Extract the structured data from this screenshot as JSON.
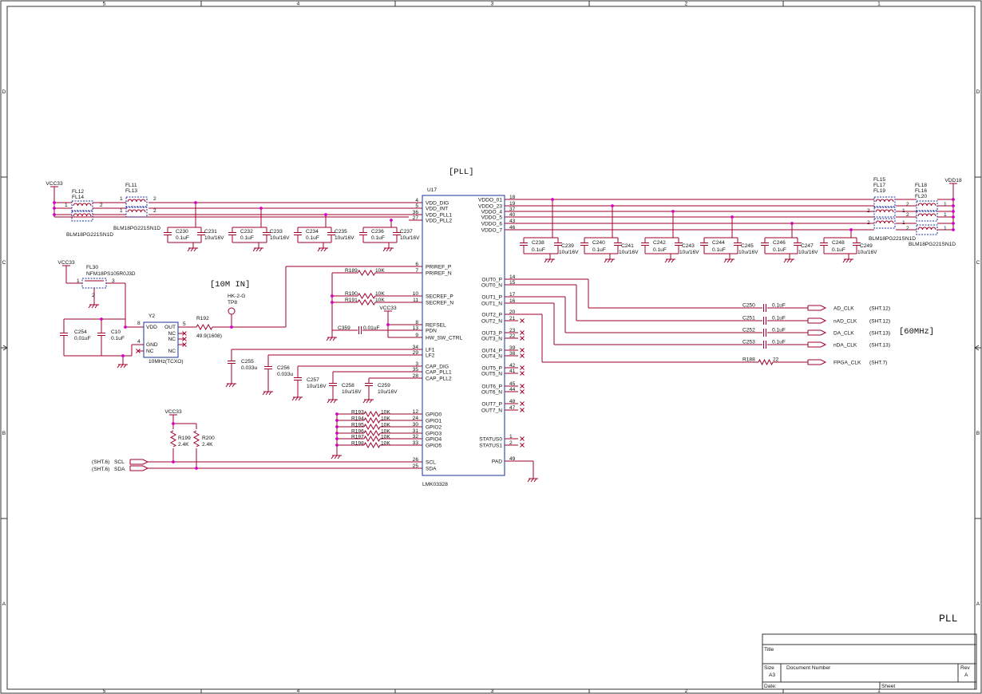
{
  "colors": {
    "wire": "#a0002a",
    "component": "#1e2f9e",
    "junction": "#d400c8",
    "frame": "#333333",
    "text": "#111111"
  },
  "border": {
    "top_columns": [
      "5",
      "4",
      "3",
      "2",
      "1"
    ],
    "bottom_columns": [
      "5",
      "4",
      "3",
      "2",
      "1"
    ],
    "left_rows": [
      "D",
      "C",
      "B",
      "A"
    ],
    "right_rows": [
      "D",
      "C",
      "B",
      "A"
    ]
  },
  "headings": {
    "pll": "[PLL]",
    "ref_in": "[10M IN]",
    "out_freq": "[60MHz]",
    "sheet_name": "PLL"
  },
  "title_block": {
    "title_label": "Title",
    "size_label": "Size",
    "size_value": "A3",
    "docnum_label": "Document Number",
    "rev_label": "Rev",
    "rev_value": "A",
    "date_label": "Date:",
    "sheet_label": "Sheet"
  },
  "ic": {
    "refdes": "U17",
    "part": "LMK03328",
    "left_pins": [
      {
        "num": "4",
        "name": "VDD_DIG"
      },
      {
        "num": "5",
        "name": "VDD_INT"
      },
      {
        "num": "36",
        "name": "VDD_PLL1"
      },
      {
        "num": "27",
        "name": "VDD_PLL2"
      },
      {
        "num": "6",
        "name": "PRIREF_P"
      },
      {
        "num": "7",
        "name": "PRIREF_N"
      },
      {
        "num": "10",
        "name": "SECREF_P"
      },
      {
        "num": "11",
        "name": "SECREF_N"
      },
      {
        "num": "8",
        "name": "REFSEL"
      },
      {
        "num": "13",
        "name": "PDN"
      },
      {
        "num": "9",
        "name": "HW_SW_CTRL"
      },
      {
        "num": "34",
        "name": "LF1"
      },
      {
        "num": "29",
        "name": "LF2"
      },
      {
        "num": "3",
        "name": "CAP_DIG"
      },
      {
        "num": "35",
        "name": "CAP_PLL1"
      },
      {
        "num": "28",
        "name": "CAP_PLL2"
      },
      {
        "num": "12",
        "name": "GPIO0"
      },
      {
        "num": "24",
        "name": "GPIO1"
      },
      {
        "num": "30",
        "name": "GPIO2"
      },
      {
        "num": "31",
        "name": "GPIO3"
      },
      {
        "num": "32",
        "name": "GPIO4"
      },
      {
        "num": "33",
        "name": "GPIO5"
      },
      {
        "num": "26",
        "name": "SCL"
      },
      {
        "num": "25",
        "name": "SDA"
      }
    ],
    "right_pins": [
      {
        "num": "18",
        "name": "VDDO_01"
      },
      {
        "num": "19",
        "name": "VDDO_23"
      },
      {
        "num": "37",
        "name": "VDDO_4"
      },
      {
        "num": "40",
        "name": "VDDO_5"
      },
      {
        "num": "43",
        "name": "VDDO_6"
      },
      {
        "num": "46",
        "name": "VDDO_7"
      },
      {
        "num": "14",
        "name": "OUT0_P"
      },
      {
        "num": "15",
        "name": "OUT0_N"
      },
      {
        "num": "17",
        "name": "OUT1_P"
      },
      {
        "num": "16",
        "name": "OUT1_N"
      },
      {
        "num": "20",
        "name": "OUT2_P"
      },
      {
        "num": "21",
        "name": "OUT2_N"
      },
      {
        "num": "23",
        "name": "OUT3_P"
      },
      {
        "num": "22",
        "name": "OUT3_N"
      },
      {
        "num": "39",
        "name": "OUT4_P"
      },
      {
        "num": "38",
        "name": "OUT4_N"
      },
      {
        "num": "42",
        "name": "OUT5_P"
      },
      {
        "num": "41",
        "name": "OUT5_N"
      },
      {
        "num": "45",
        "name": "OUT6_P"
      },
      {
        "num": "44",
        "name": "OUT6_N"
      },
      {
        "num": "48",
        "name": "OUT7_P"
      },
      {
        "num": "47",
        "name": "OUT7_N"
      },
      {
        "num": "1",
        "name": "STATUS0"
      },
      {
        "num": "2",
        "name": "STATUS1"
      },
      {
        "num": "49",
        "name": "PAD"
      }
    ]
  },
  "power": {
    "vcc33": "VCC33",
    "vdd18": "VDD18"
  },
  "ferrites": {
    "left_a": [
      "FL12",
      "FL14"
    ],
    "left_b": [
      "FL11",
      "FL13"
    ],
    "left_part": "BLM18PG221SN1D",
    "right_a": [
      "FL15",
      "FL17",
      "FL19"
    ],
    "right_b": [
      "FL18",
      "FL16",
      "FL20"
    ],
    "right_part": "BLM18PG221SN1D",
    "pin1": "1",
    "pin2": "2"
  },
  "caps_left": [
    {
      "ref": "C230",
      "val": "0.1uF"
    },
    {
      "ref": "C231",
      "val": "10u/16V"
    },
    {
      "ref": "C232",
      "val": "0.1uF"
    },
    {
      "ref": "C233",
      "val": "10u/16V"
    },
    {
      "ref": "C234",
      "val": "0.1uF"
    },
    {
      "ref": "C235",
      "val": "10u/16V"
    },
    {
      "ref": "C236",
      "val": "0.1uF"
    },
    {
      "ref": "C237",
      "val": "10u/16V"
    }
  ],
  "caps_right": [
    {
      "ref": "C238",
      "val": "0.1uF"
    },
    {
      "ref": "C239",
      "val": "10u/16V"
    },
    {
      "ref": "C240",
      "val": "0.1uF"
    },
    {
      "ref": "C241",
      "val": "10u/16V"
    },
    {
      "ref": "C242",
      "val": "0.1uF"
    },
    {
      "ref": "C243",
      "val": "10u/16V"
    },
    {
      "ref": "C244",
      "val": "0.1uF"
    },
    {
      "ref": "C245",
      "val": "10u/16V"
    },
    {
      "ref": "C246",
      "val": "0.1uF"
    },
    {
      "ref": "C247",
      "val": "10u/16V"
    },
    {
      "ref": "C248",
      "val": "0.1uF"
    },
    {
      "ref": "C249",
      "val": "10u/16V"
    }
  ],
  "filter": {
    "ref": "FL30",
    "part": "NFM18PS105R0J3D",
    "p1": "1",
    "p2": "2",
    "p3": "3"
  },
  "tcxo": {
    "ref": "Y2",
    "part": "10MHz(TCXO)",
    "pins_left": [
      "VDD",
      "GND",
      "NC"
    ],
    "pins_right": [
      "OUT",
      "NC",
      "NC",
      "NC"
    ],
    "num_vdd": "8",
    "num_gnd": "4",
    "num_out": "5"
  },
  "ref_caps": [
    {
      "ref": "C254",
      "val": "0.01uF"
    },
    {
      "ref": "C10",
      "val": "0.1uF"
    }
  ],
  "r192": {
    "ref": "R192",
    "val": "49.9(1608)"
  },
  "testpoint": {
    "part": "HK-2-G",
    "ref": "TP8"
  },
  "ref_resistors": [
    {
      "ref": "R189",
      "val": "10K"
    },
    {
      "ref": "R190",
      "val": "10K"
    },
    {
      "ref": "R191",
      "val": "10K"
    }
  ],
  "c359": {
    "ref": "C359",
    "val": "0.01uF"
  },
  "lf_caps": [
    {
      "ref": "C255",
      "val": "0.033u"
    },
    {
      "ref": "C256",
      "val": "0.033u"
    }
  ],
  "cap_caps": [
    {
      "ref": "C257",
      "val": "10u/16V"
    },
    {
      "ref": "C258",
      "val": "10u/16V"
    },
    {
      "ref": "C259",
      "val": "10u/16V"
    }
  ],
  "gpio_resistors": [
    {
      "ref": "R193",
      "val": "10K"
    },
    {
      "ref": "R194",
      "val": "10K"
    },
    {
      "ref": "R195",
      "val": "10K"
    },
    {
      "ref": "R196",
      "val": "10K"
    },
    {
      "ref": "R197",
      "val": "10K"
    },
    {
      "ref": "R198",
      "val": "10K"
    }
  ],
  "pullups": [
    {
      "ref": "R199",
      "val": "2.4K"
    },
    {
      "ref": "R200",
      "val": "2.4K"
    }
  ],
  "i2c": [
    {
      "sheet": "(SHT.6)",
      "net": "SCL"
    },
    {
      "sheet": "(SHT.6)",
      "net": "SDA"
    }
  ],
  "outputs": [
    {
      "cap": "C250",
      "val": "0.1uF",
      "net": "AD_CLK",
      "sheet": "(SHT.12)"
    },
    {
      "cap": "C251",
      "val": "0.1uF",
      "net": "nAD_CLK",
      "sheet": "(SHT.12)"
    },
    {
      "cap": "C252",
      "val": "0.1uF",
      "net": "DA_CLK",
      "sheet": "(SHT.13)"
    },
    {
      "cap": "C253",
      "val": "0.1uF",
      "net": "nDA_CLK",
      "sheet": "(SHT.13)"
    },
    {
      "cap": "R188",
      "val": "22",
      "net": "FPGA_CLK",
      "sheet": "(SHT.7)"
    }
  ]
}
